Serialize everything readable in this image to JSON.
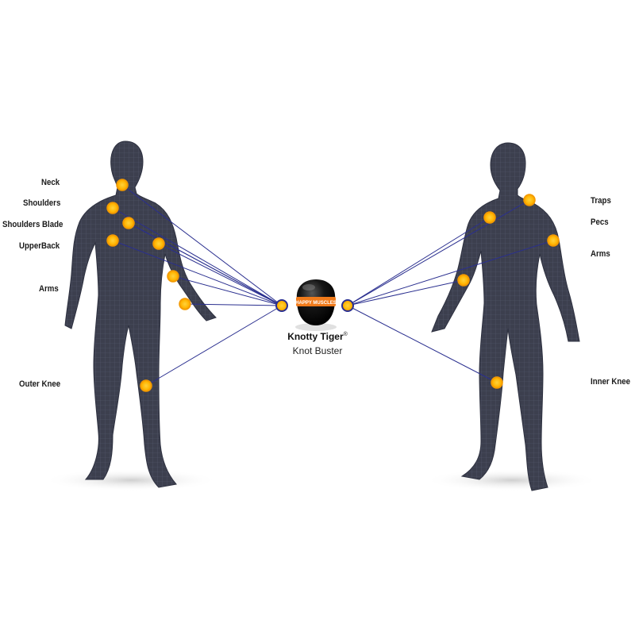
{
  "product": {
    "brand_text": "HAPPY MUSCLES",
    "name": "Knotty Tiger",
    "trademark": "®",
    "subtitle": "Knot Buster"
  },
  "left_labels": {
    "neck": "Neck",
    "shoulders": "Shoulders",
    "shoulders_blade": "Shoulders Blade",
    "upper_back": "UpperBack",
    "arms": "Arms",
    "outer_knee": "Outer Knee"
  },
  "right_labels": {
    "traps": "Traps",
    "pecs": "Pecs",
    "arms": "Arms",
    "inner_knee": "Inner Knee"
  },
  "colors": {
    "body": "#3c3f4e",
    "mesh": "#5d6275",
    "line": "#2a2f8f",
    "dot_outer": "#f5a300",
    "dot_inner": "#ffcc33",
    "band": "#f07a1a"
  }
}
